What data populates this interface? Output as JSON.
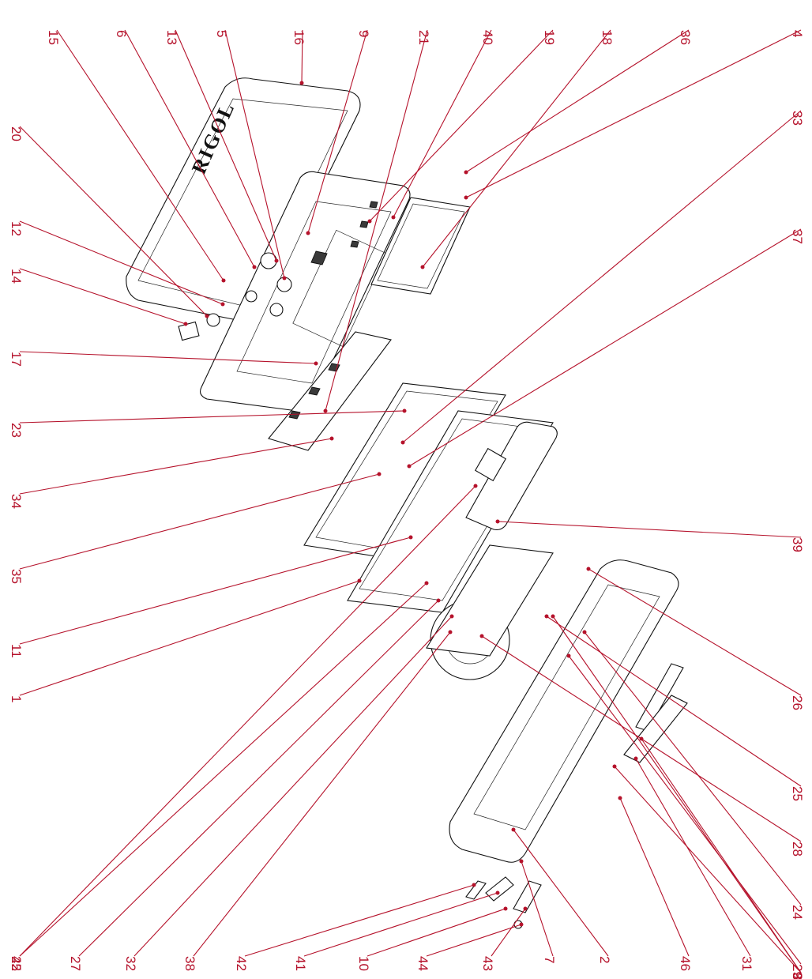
{
  "diagram": {
    "logo_text": "RIGOL",
    "colors": {
      "callout": "#b5122b",
      "outline": "#111111"
    },
    "callouts_top": [
      "15",
      "6",
      "13",
      "5",
      "16",
      "9",
      "21",
      "40",
      "19",
      "18",
      "36",
      "4",
      "33",
      "37",
      "39",
      "26",
      "25",
      "28",
      "24",
      "29",
      "30",
      "3",
      "8"
    ],
    "callouts_bottom": [
      "20",
      "12",
      "14",
      "17",
      "23",
      "34",
      "35",
      "11",
      "1",
      "22",
      "45",
      "27",
      "32",
      "38",
      "42",
      "41",
      "10",
      "44",
      "43",
      "7",
      "2",
      "46",
      "31"
    ]
  }
}
